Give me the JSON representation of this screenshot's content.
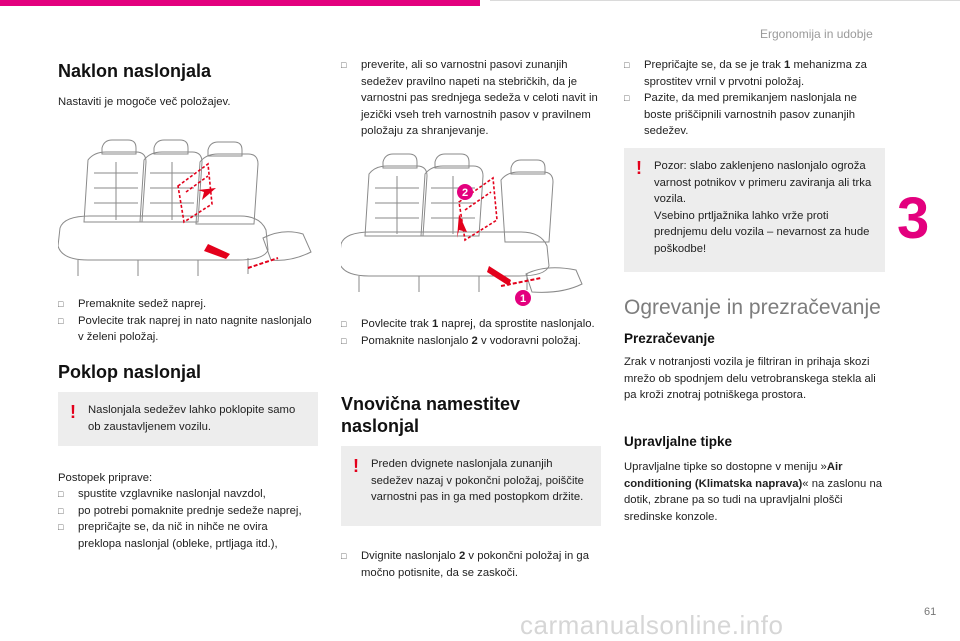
{
  "header": {
    "section_title": "Ergonomija in udobje",
    "chapter_number": "3"
  },
  "footer": {
    "page_number": "61",
    "watermark": "carmanualsonline.info"
  },
  "colors": {
    "accent": "#e3007e",
    "warning": "#e3001b",
    "box_bg": "#ededed"
  },
  "col1": {
    "heading_tilt": "Naklon naslonjala",
    "tilt_intro": "Nastaviti je mogoče več položajev.",
    "tilt_steps": [
      "Premaknite sedež naprej.",
      "Povlecite trak naprej in nato nagnite naslonjalo v želeni položaj."
    ],
    "heading_fold": "Poklop naslonjal",
    "fold_warning": "Naslonjala sedežev lahko poklopite samo ob zaustavljenem vozilu.",
    "prep_title": "Postopek priprave:",
    "prep_steps": [
      "spustite vzglavnike naslonjal navzdol,",
      "po potrebi pomaknite prednje sedeže naprej,",
      "prepričajte se, da nič in nihče ne ovira preklopa naslonjal (obleke, prtljaga itd.),"
    ]
  },
  "col2": {
    "top_step": "preverite, ali so varnostni pasovi zunanjih sedežev pravilno napeti na stebričkih, da je varnostni pas srednjega sedeža v celoti navit in jezički vseh treh varnostnih pasov v pravilnem položaju za shranjevanje.",
    "callouts": [
      "2",
      "1"
    ],
    "fold_step_1_pre": "Povlecite trak ",
    "fold_step_1_num": "1",
    "fold_step_1_post": " naprej, da sprostite naslonjalo.",
    "fold_step_2_pre": "Pomaknite naslonjalo ",
    "fold_step_2_num": "2",
    "fold_step_2_post": " v vodoravni položaj.",
    "heading_reset": "Vnovična namestitev naslonjal",
    "reset_warning": "Preden dvignete naslonjala zunanjih sedežev nazaj v pokončni položaj, poiščite varnostni pas in ga med postopkom držite.",
    "reset_step_pre": "Dvignite naslonjalo ",
    "reset_step_num": "2",
    "reset_step_post": " v pokončni položaj in ga močno potisnite, da se zaskoči."
  },
  "col3": {
    "step_a_pre": "Prepričajte se, da se je trak ",
    "step_a_num": "1",
    "step_a_post": " mehanizma za sprostitev vrnil v prvotni položaj.",
    "step_b": "Pazite, da med premikanjem naslonjala ne boste priščipnili varnostnih pasov zunanjih sedežev.",
    "warning_1": "Pozor: slabo zaklenjeno naslonjalo ogroža varnost potnikov v primeru zaviranja ali trka vozila.",
    "warning_2": "Vsebino prtljažnika lahko vrže proti prednjemu delu vozila – nevarnost za hude poškodbe!",
    "heading_climate": "Ogrevanje in prezračevanje",
    "sub_vent": "Prezračevanje",
    "vent_text": "Zrak v notranjosti vozila je filtriran in prihaja skozi mrežo ob spodnjem delu vetrobranskega stekla ali pa kroži znotraj potniškega prostora.",
    "sub_controls": "Upravljalne tipke",
    "controls_pre": "Upravljalne tipke so dostopne v meniju »",
    "controls_bold": "Air conditioning (Klimatska naprava)",
    "controls_post": "« na zaslonu na dotik, zbrane pa so tudi na upravljalni plošči sredinske konzole."
  }
}
